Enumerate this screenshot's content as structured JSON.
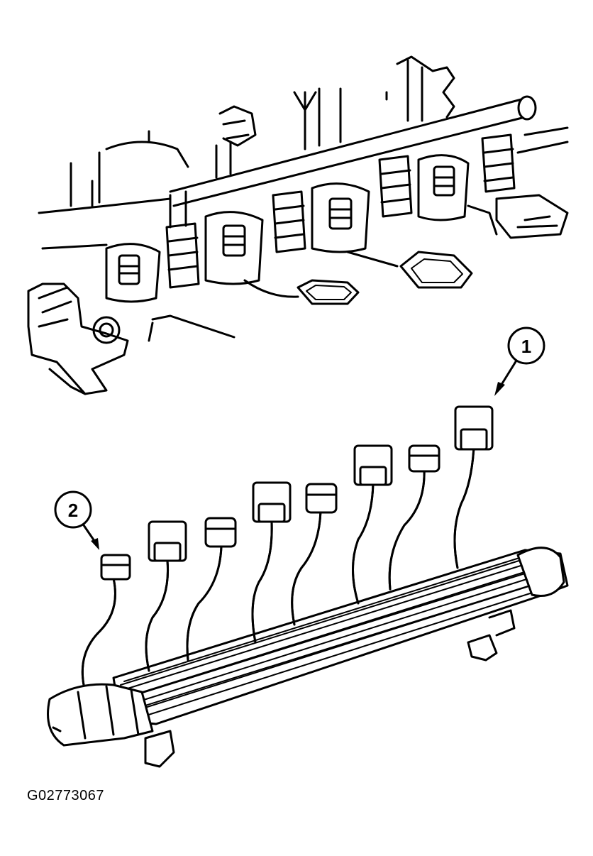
{
  "figure": {
    "id": "G02773067"
  },
  "callouts": [
    {
      "number": "1",
      "target": "connector-1"
    },
    {
      "number": "2",
      "target": "connector-2"
    }
  ],
  "colors": {
    "ink": "#000000",
    "paper": "#ffffff"
  }
}
